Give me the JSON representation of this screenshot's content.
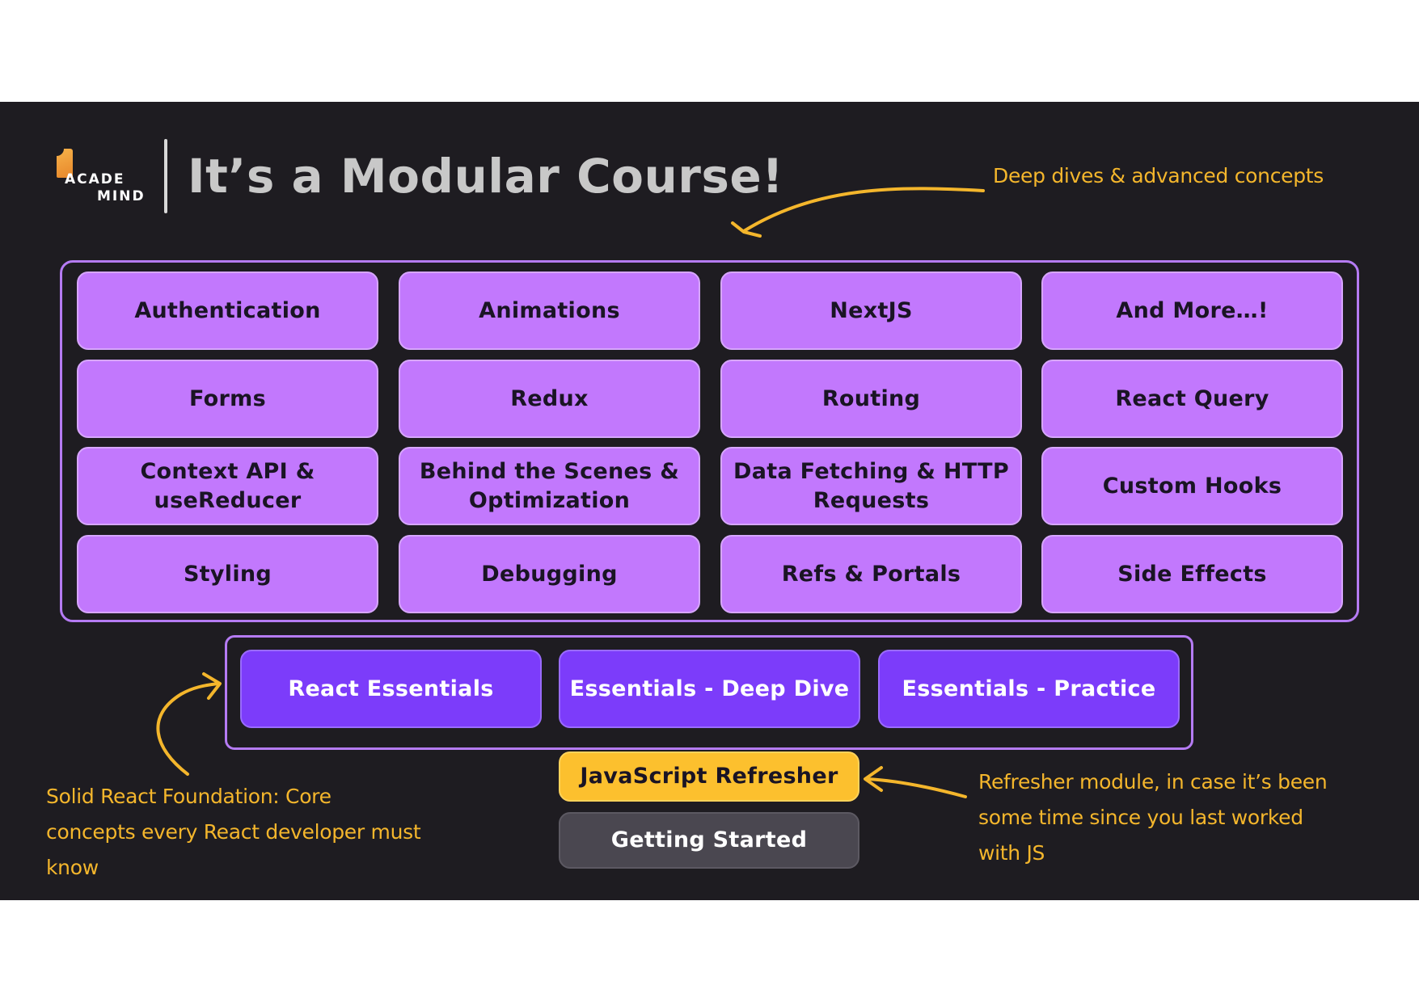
{
  "logo": {
    "line1": "ACADE",
    "line2": "MIND"
  },
  "title": "It’s a Modular Course!",
  "annotations": {
    "advanced": "Deep dives & advanced concepts",
    "foundation": "Solid React Foundation: Core concepts every React developer must know",
    "refresher": "Refresher module, in case it’s been some time since you last worked with JS"
  },
  "advanced_modules": [
    [
      "Authentication",
      "Animations",
      "NextJS",
      "And More…!"
    ],
    [
      "Forms",
      "Redux",
      "Routing",
      "React Query"
    ],
    [
      "Context API & useReducer",
      "Behind the Scenes & Optimization",
      "Data Fetching & HTTP Requests",
      "Custom Hooks"
    ],
    [
      "Styling",
      "Debugging",
      "Refs & Portals",
      "Side Effects"
    ]
  ],
  "essentials_modules": [
    "React Essentials",
    "Essentials - Deep Dive",
    "Essentials - Practice"
  ],
  "refresher_module": "JavaScript Refresher",
  "getting_started_module": "Getting Started",
  "colors": {
    "background": "#1e1c21",
    "advanced": "#c278fd",
    "essentials": "#7c3cfa",
    "refresher": "#fcc02e",
    "getting_started": "#4a4750",
    "annotation": "#f4b62c",
    "frame": "#b57bf3"
  }
}
